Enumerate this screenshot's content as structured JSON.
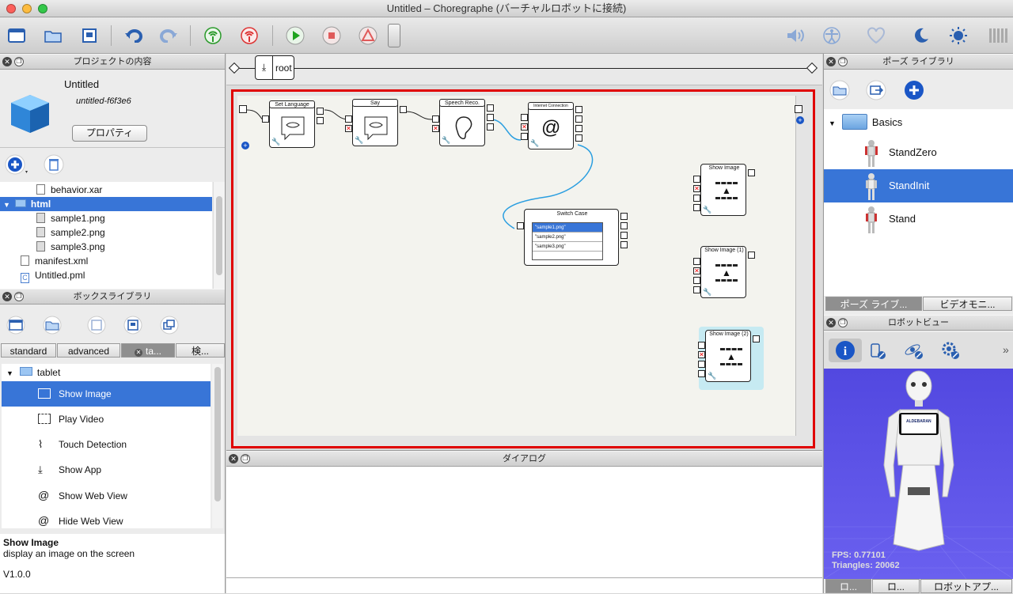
{
  "window": {
    "title": "Untitled – Choregraphe (バーチャルロボットに接続)"
  },
  "project_panel": {
    "header": "プロジェクトの内容",
    "name": "Untitled",
    "id": "untitled-f6f3e6",
    "properties_button": "プロパティ"
  },
  "files": [
    {
      "label": "behavior.xar",
      "indent": 1,
      "selected": false
    },
    {
      "label": "html",
      "indent": 0,
      "selected": true
    },
    {
      "label": "sample1.png",
      "indent": 1,
      "selected": false
    },
    {
      "label": "sample2.png",
      "indent": 1,
      "selected": false
    },
    {
      "label": "sample3.png",
      "indent": 1,
      "selected": false
    },
    {
      "label": "manifest.xml",
      "indent": 0,
      "selected": false
    },
    {
      "label": "Untitled.pml",
      "indent": 0,
      "selected": false
    }
  ],
  "box_library": {
    "header": "ボックスライブラリ",
    "tabs": [
      "standard",
      "advanced",
      "ta...",
      "検..."
    ],
    "folder": "tablet",
    "items": [
      "Show Image",
      "Play Video",
      "Touch Detection",
      "Show App",
      "Show Web View",
      "Hide Web View"
    ],
    "info_title": "Show Image",
    "info_desc": "display an image on the screen",
    "info_version": "V1.0.0"
  },
  "breadcrumb": {
    "root": "root"
  },
  "flow": {
    "boxes": {
      "set_language": "Set Language",
      "say": "Say",
      "speech": "Speech Reco.",
      "internet": "Internet Connection",
      "switch": "Switch Case",
      "show_image": "Show Image",
      "show_image1": "Show Image (1)",
      "show_image2": "Show Image (2)"
    },
    "switch_cases": [
      "\"sample1.png\"",
      "\"sample2.png\"",
      "\"sample3.png\""
    ]
  },
  "dialog": {
    "header": "ダイアログ"
  },
  "pose_library": {
    "header": "ポーズ  ライブラリ",
    "folder": "Basics",
    "poses": [
      "StandZero",
      "StandInit",
      "Stand"
    ],
    "tabs": [
      "ポーズ  ライブ...",
      "ビデオモニ..."
    ]
  },
  "robot_view": {
    "header": "ロボットビュー",
    "fps": "FPS: 0.77101",
    "triangles": "Triangles: 20062",
    "tabs": [
      "ロ...",
      "ロ...",
      "ロボットアプ..."
    ],
    "logo": "ALDEBARAN"
  },
  "colors": {
    "selection": "#3875d7",
    "highlight": "#e00000",
    "robot_bg": "#5a4ee6",
    "link": "#2a9ee0"
  }
}
